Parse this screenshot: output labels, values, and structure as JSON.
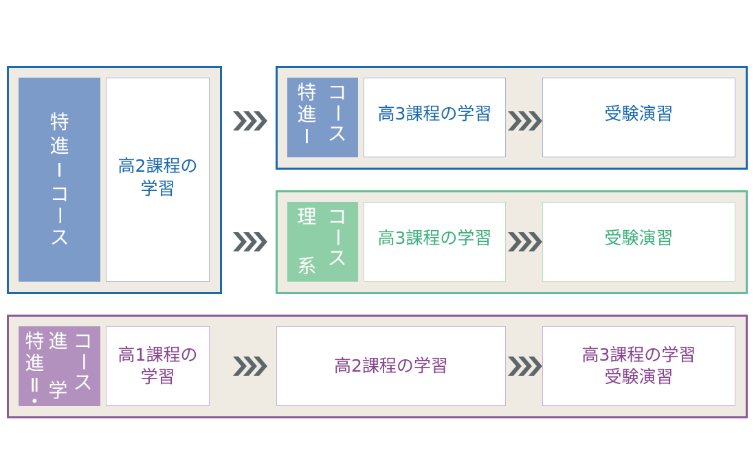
{
  "colors": {
    "blue": "#1a6aad",
    "green": "#62c095",
    "purple": "#8d5a99",
    "background": "#efebe2",
    "arrow": "#5d676b"
  },
  "tokushin1_left": {
    "label": [
      "特",
      "進",
      "Ⅰ",
      "コ",
      "ー",
      "ス"
    ],
    "content": [
      "高2課程の",
      "学習"
    ]
  },
  "tokushin1_right": {
    "label_col1": [
      "特",
      "進",
      "Ⅰ"
    ],
    "label_col2": [
      "コ",
      "ー",
      "ス"
    ],
    "step1": "高3課程の学習",
    "step2": "受験演習"
  },
  "rikei": {
    "label_col1": [
      "理",
      "系"
    ],
    "label_col2": [
      "コ",
      "ー",
      "ス"
    ],
    "step1": "高3課程の学習",
    "step2": "受験演習"
  },
  "tokushin2": {
    "label_col1": [
      "特",
      "進",
      "Ⅱ",
      "・"
    ],
    "label_col2": [
      "進",
      "学"
    ],
    "label_col3": [
      "コ",
      "ー",
      "ス"
    ],
    "step1": [
      "高1課程の",
      "学習"
    ],
    "step2": "高2課程の学習",
    "step3": [
      "高3課程の学習",
      "受験演習"
    ]
  },
  "arrow_icon": "triple-chevron-right"
}
